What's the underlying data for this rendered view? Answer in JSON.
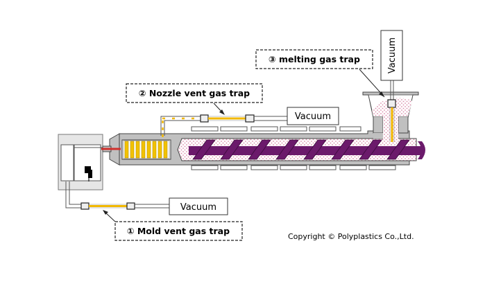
{
  "labels": {
    "mold_trap": "① Mold vent gas trap",
    "nozzle_trap": "② Nozzle vent gas trap",
    "melting_trap": "③ melting gas trap"
  },
  "vacuum": {
    "mold": "Vacuum",
    "nozzle": "Vacuum",
    "hopper": "Vacuum"
  },
  "copyright": "Copyright © Polyplastics Co.,Ltd.",
  "colors": {
    "barrel": "#bfbfbf",
    "screw": "#6b1a6b",
    "resin_dots": "#d98aa8",
    "heater_coil": "#f2c200",
    "trap_tube": "#f2b800",
    "mold": "#e8e8e8"
  },
  "icons": [
    "gear-icon"
  ]
}
